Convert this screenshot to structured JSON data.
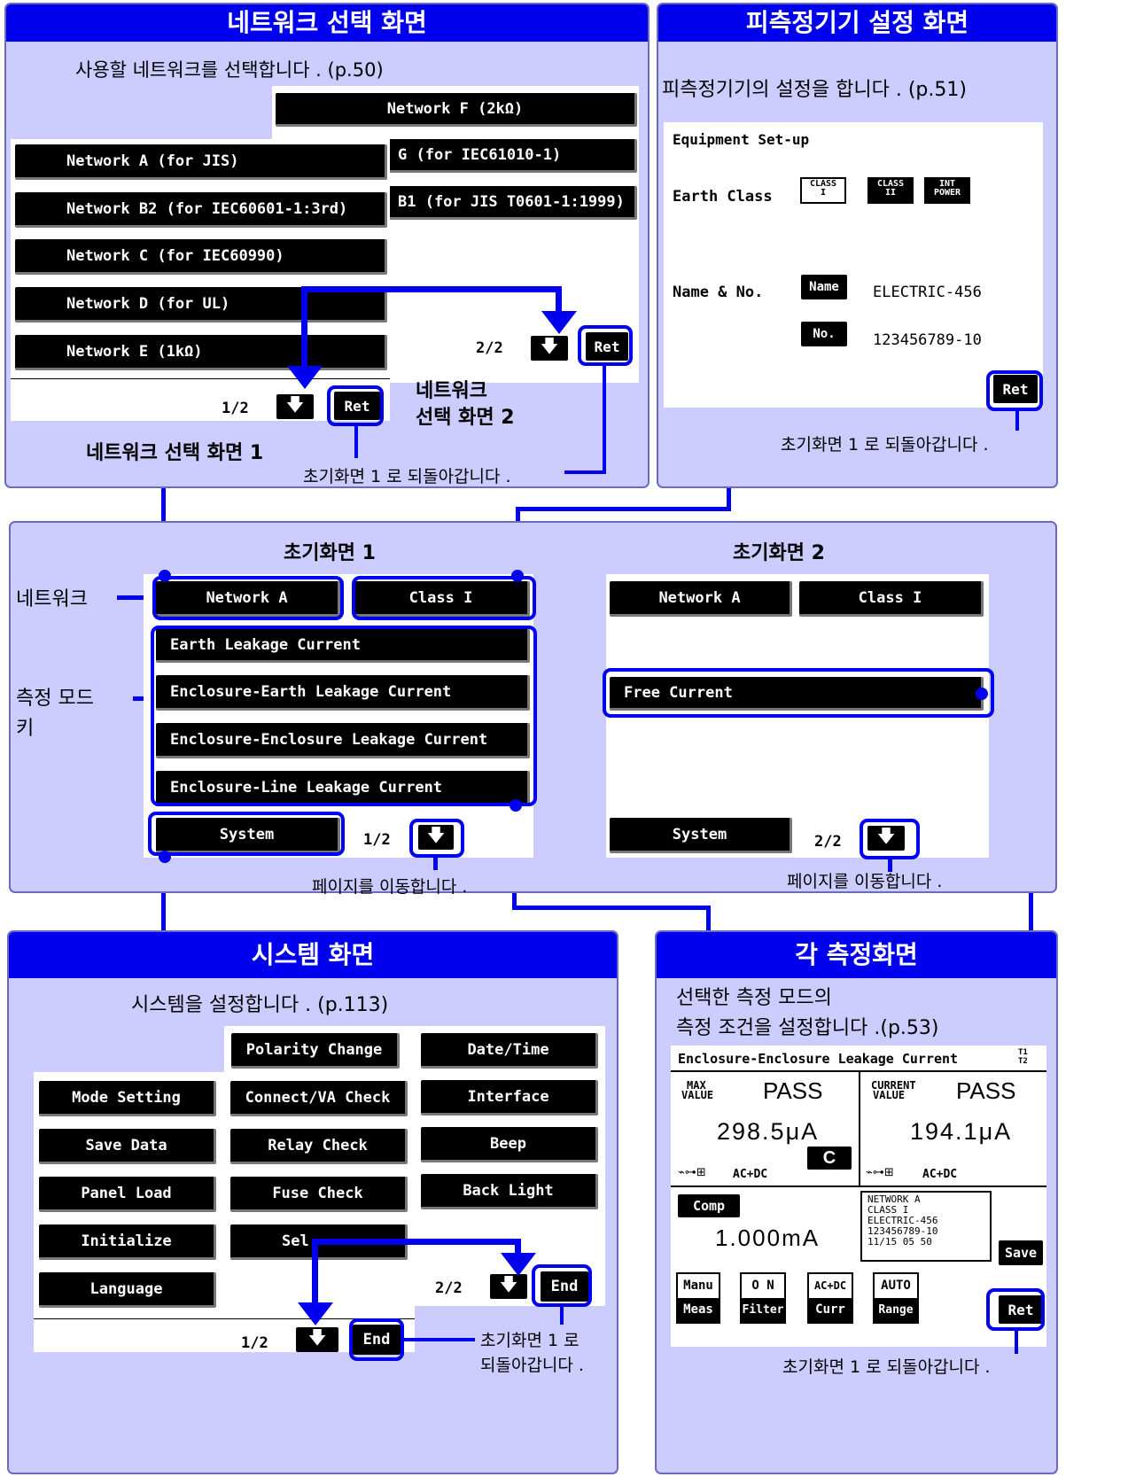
{
  "network_panel": {
    "title": "네트워크 선택 화면",
    "desc": "사용할 네트워크를 선택합니다 . (p.50)",
    "screen1_keys": [
      "Network A  (for JIS)",
      "Network B2 (for IEC60601-1:3rd)",
      "Network C  (for IEC60990)",
      "Network D  (for UL)",
      "Network E  (1kΩ)"
    ],
    "screen2_keys": [
      "Network F  (2kΩ)",
      "G  (for IEC61010-1)",
      "B1 (for JIS T0601-1:1999)"
    ],
    "page1": "1/2",
    "page2": "2/2",
    "ret": "Ret",
    "label1": "네트워크 선택 화면 1",
    "label2a": "네트워크",
    "label2b": "선택 화면 2",
    "back_note": "초기화면 1 로 되돌아갑니다 ."
  },
  "equip_panel": {
    "title": "피측정기기 설정 화면",
    "desc": "피측정기기의 설정을 합니다 . (p.51)",
    "heading": "Equipment Set-up",
    "earth_class": "Earth Class",
    "class1": "CLASS I",
    "class2": "CLASS II",
    "int_power": "INT POWER",
    "name_no": "Name & No.",
    "name_btn": "Name",
    "name_val": "ELECTRIC-456",
    "no_btn": "No.",
    "no_val": "123456789-10",
    "ret": "Ret",
    "back_note": "초기화면 1 로 되돌아갑니다 ."
  },
  "initial_panel": {
    "title1": "초기화면 1",
    "title2": "초기화면 2",
    "network_label": "네트워크",
    "mode_label_a": "측정 모드",
    "mode_label_b": "키",
    "network_key": "Network  A",
    "class_key": "Class I",
    "mode_keys": [
      "Earth Leakage Current",
      "Enclosure-Earth Leakage Current",
      "Enclosure-Enclosure Leakage Current",
      "Enclosure-Line Leakage Current"
    ],
    "system": "System",
    "page1": "1/2",
    "page2": "2/2",
    "free_current": "Free Current",
    "page_note": "페이지를 이동합니다 ."
  },
  "system_panel": {
    "title": "시스템 화면",
    "desc": "시스템을 설정합니다 . (p.113)",
    "col1": [
      "Mode Setting",
      "Save Data",
      "Panel Load",
      "Initialize",
      "Language"
    ],
    "col2": [
      "Polarity Change",
      "Connect/VA Check",
      "Relay Check",
      "Fuse Check",
      "Sel"
    ],
    "col3": [
      "Date/Time",
      "Interface",
      "Beep",
      "Back Light"
    ],
    "page1": "1/2",
    "page2": "2/2",
    "end": "End",
    "back_note_a": "초기화면 1 로",
    "back_note_b": "되돌아갑니다 ."
  },
  "measure_panel": {
    "title": "각 측정화면",
    "desc1": "선택한 측정 모드의",
    "desc2": "측정 조건을 설정합니다 .(p.53)",
    "heading": "Enclosure-Enclosure Leakage Current",
    "t_top": "T1",
    "t_bot": "T2",
    "max_label_a": "MAX",
    "max_label_b": "VALUE",
    "cur_label_a": "CURRENT",
    "cur_label_b": "VALUE",
    "pass": "PASS",
    "max_value": "298.5μA",
    "cur_value": "194.1μA",
    "c_btn": "C",
    "acdc": "AC+DC",
    "comp": "Comp",
    "comp_value": "1.000mA",
    "info": [
      "NETWORK  A",
      "CLASS I",
      "ELECTRIC-456",
      "123456789-10",
      "11/15 05 50"
    ],
    "save": "Save",
    "btns": [
      [
        "Manu",
        "Meas"
      ],
      [
        "O N",
        "Filter"
      ],
      [
        "AC+DC",
        "Curr"
      ],
      [
        "AUTO",
        "Range"
      ]
    ],
    "ret": "Ret",
    "back_note": "초기화면 1 로 되돌아갑니다 ."
  }
}
